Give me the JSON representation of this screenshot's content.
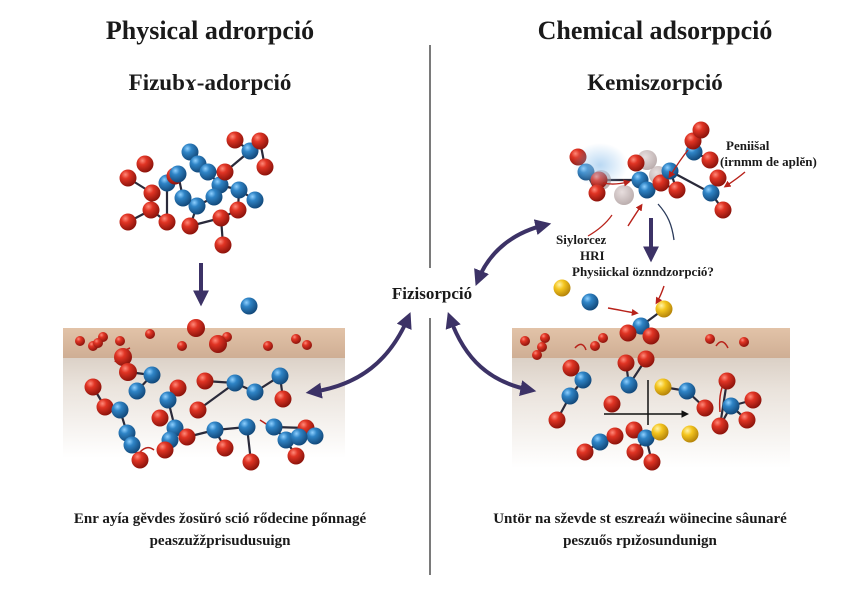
{
  "left_panel": {
    "title": "Physical adrorpció",
    "subtitle": "Fizubɤ-adorpció",
    "caption_line1": "Enr ayía gĕvdes žosŭró sció rődecine pőnnagé",
    "caption_line2": "peaszužžprisudusuign"
  },
  "right_panel": {
    "title": "Chemical adsorppció",
    "subtitle": "Kemiszorpció",
    "annotation_top_line1": "Peniišal",
    "annotation_top_line2": "(irnmm de aplĕn)",
    "annotation_mid_line1": "Siylorcez",
    "annotation_mid_line2": "HRI",
    "annotation_mid_line3": "Physiickal  öznndzorpció?",
    "caption_line1": "Untör na sževde st eszreaźı wöinecine sâunaré",
    "caption_line2": "peszuős rpıžosundunign"
  },
  "center": {
    "label": "Fizisorpció"
  },
  "colors": {
    "atom_red": "#d42a1e",
    "atom_blue": "#2a78b8",
    "atom_yellow": "#f2c21a",
    "arrow": "#3c3266",
    "surface_top": "#d8b59a",
    "divider": "#333333"
  }
}
